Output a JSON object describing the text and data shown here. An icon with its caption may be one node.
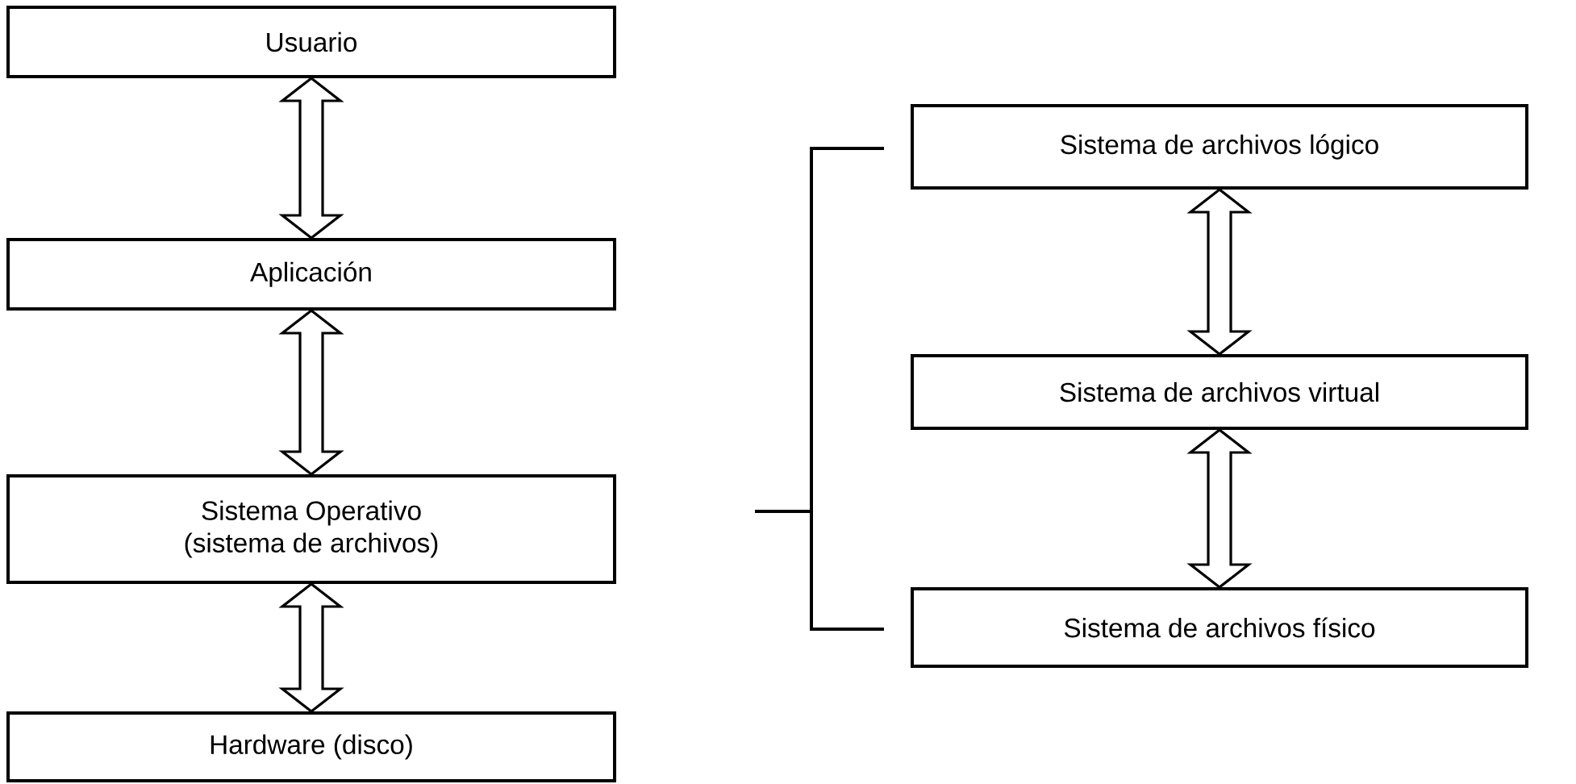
{
  "diagram": {
    "nodes": [
      {
        "text": [
          "Usuario"
        ]
      },
      {
        "text": [
          "Aplicación"
        ]
      },
      {
        "text": [
          "Sistema Operativo (sistema de archivos)"
        ]
      },
      {
        "text": [
          "Hardware (disco)"
        ]
      },
      {
        "text": [
          "Sistema de archivos lógico"
        ]
      },
      {
        "text": [
          "Sistema de archivos virtual"
        ]
      },
      {
        "text": [
          "Sistema de archivos físico"
        ]
      }
    ],
    "edges": [
      {
        "from": 0,
        "to": 1,
        "arrow": "both"
      },
      {
        "from": 1,
        "to": 2,
        "arrow": "both"
      },
      {
        "from": 2,
        "to": 3,
        "arrow": "both"
      },
      {
        "from": 4,
        "to": 5,
        "arrow": "both"
      },
      {
        "from": 5,
        "to": 6,
        "arrow": "both"
      }
    ]
  }
}
